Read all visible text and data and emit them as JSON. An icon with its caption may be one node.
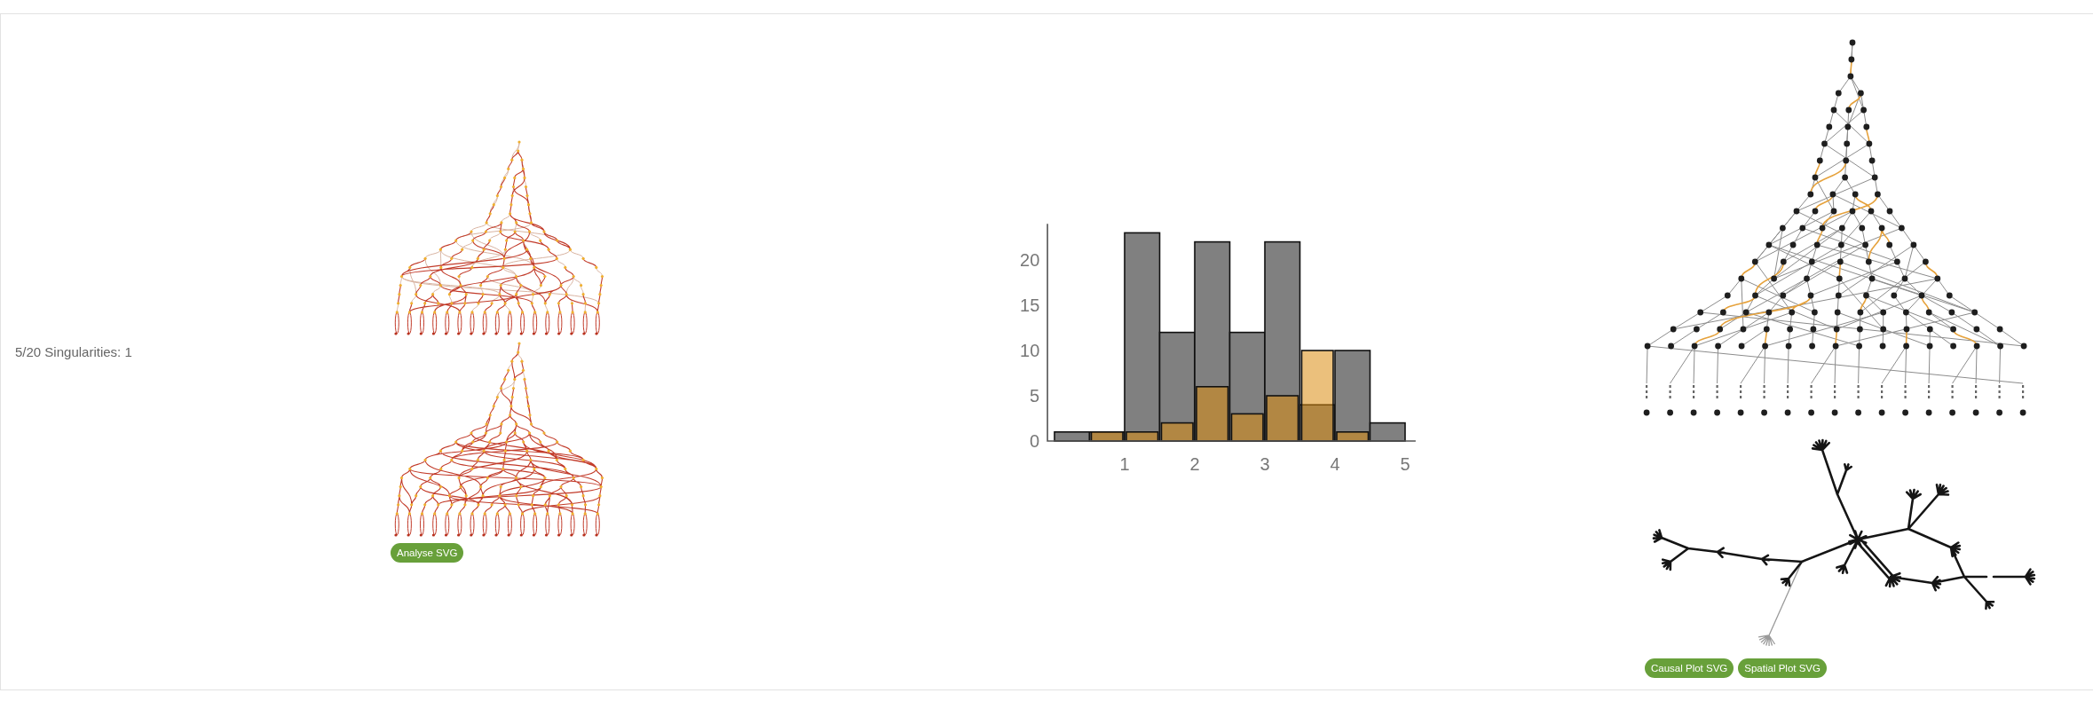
{
  "diagram": {
    "nodes": [
      {
        "text": [
          "Analyse SVG"
        ]
      },
      {
        "text": [
          "Causal Plot SVG"
        ]
      },
      {
        "text": [
          "Spatial Plot SVG"
        ]
      }
    ],
    "labels": [
      "5/20 Singularities: 1"
    ],
    "chart_data": {
      "type": "bar",
      "x": [
        0.25,
        0.75,
        1.25,
        1.75,
        2.25,
        2.75,
        3.25,
        3.75,
        4.25,
        4.75
      ],
      "series": [
        {
          "color": "#808080",
          "values": [
            1,
            1,
            23,
            12,
            22,
            12,
            22,
            4,
            10,
            2
          ]
        },
        {
          "color": "#db8c10",
          "values": [
            0,
            1,
            1,
            2,
            6,
            3,
            5,
            10,
            1,
            0
          ]
        }
      ],
      "xlim": [
        -0.1,
        5.15
      ],
      "ylim": [
        0,
        24
      ],
      "xticks": [
        1,
        2,
        3,
        4,
        5
      ],
      "yticks": [
        0,
        5,
        10,
        15,
        20
      ]
    }
  }
}
